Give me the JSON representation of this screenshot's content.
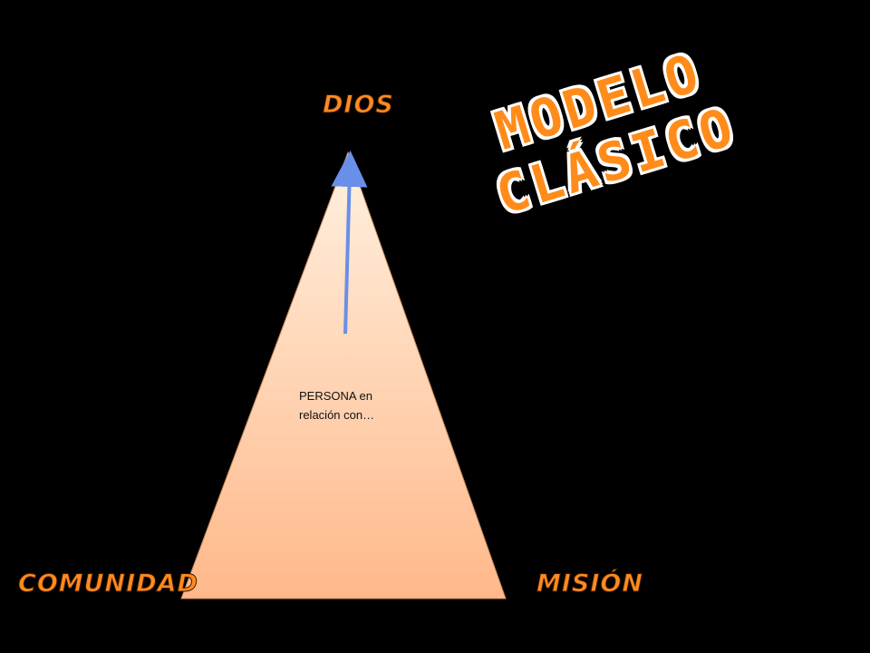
{
  "diagram": {
    "vertices": {
      "top": "DIOS",
      "bottom_left": "COMUNIDAD",
      "bottom_right": "MISIÓN"
    },
    "center_text": [
      "PERSONA en",
      "relación con…"
    ],
    "title": [
      "MODELO",
      "CLÁSICO"
    ],
    "colors": {
      "background": "#000000",
      "triangle_top": "#fff1e0",
      "triangle_bottom": "#ffb88a",
      "arrow": "#6a8fe8",
      "label": "#ff8a1f",
      "title_fill": "#ff8c1a",
      "title_outline": "#ffffff"
    }
  }
}
